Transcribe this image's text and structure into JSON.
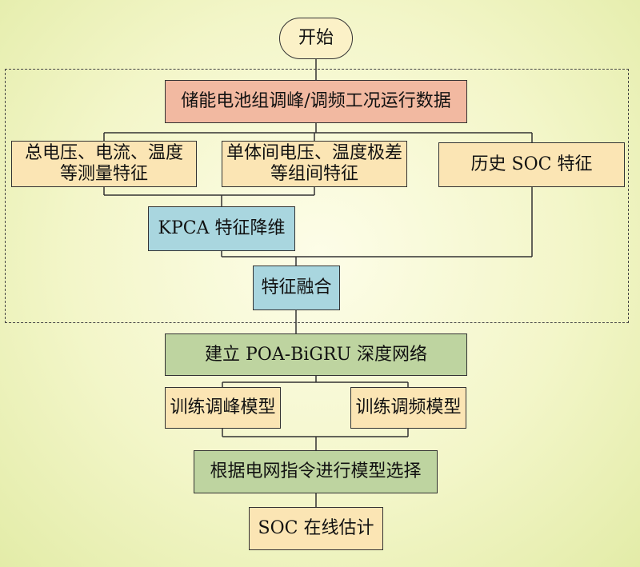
{
  "nodes": {
    "start": "开始",
    "data": "储能电池组调峰/调频工况运行数据",
    "feat_total": "总电压、电流、温度\n等测量特征",
    "feat_cell": "单体间电压、温度极差\n等组间特征",
    "feat_soc": "历史 SOC 特征",
    "kpca": "KPCA 特征降维",
    "fusion": "特征融合",
    "build_model": "建立 POA-BiGRU 深度网络",
    "train_peak": "训练调峰模型",
    "train_freq": "训练调频模型",
    "select": "根据电网指令进行模型选择",
    "estimate": "SOC 在线估计"
  },
  "colors": {
    "pink": "#f2b9a1",
    "tan": "#fbe5b4",
    "blue": "#a9d6df",
    "green": "#bed4a0",
    "start": "#fbf1c7",
    "line": "#333333"
  }
}
